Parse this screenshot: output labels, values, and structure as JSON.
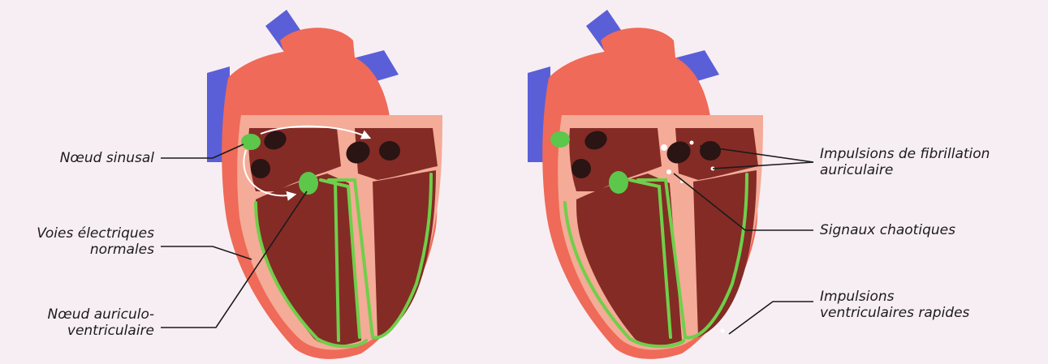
{
  "colors": {
    "background": "#f7eef3",
    "vessel_blue": "#5a5fd8",
    "wall_outer": "#ef6a58",
    "wall_inner": "#f4ab97",
    "chamber": "#842b26",
    "valve_dark": "#2a1414",
    "node_green": "#5cc74a",
    "pathway_green": "#6fcf4a",
    "text": "#1b1b1b"
  },
  "left_heart": {
    "labels": {
      "sinus_node": [
        "Nœud sinusal"
      ],
      "normal_pathways": [
        "Voies électriques",
        "normales"
      ],
      "av_node": [
        "Nœud auriculo-",
        "ventriculaire"
      ]
    }
  },
  "right_heart": {
    "labels": {
      "fibrillation": [
        "Impulsions de fibrillation",
        "auriculaire"
      ],
      "chaotic": [
        "Signaux chaotiques"
      ],
      "ventricular": [
        "Impulsions",
        "ventriculaires rapides"
      ]
    }
  }
}
